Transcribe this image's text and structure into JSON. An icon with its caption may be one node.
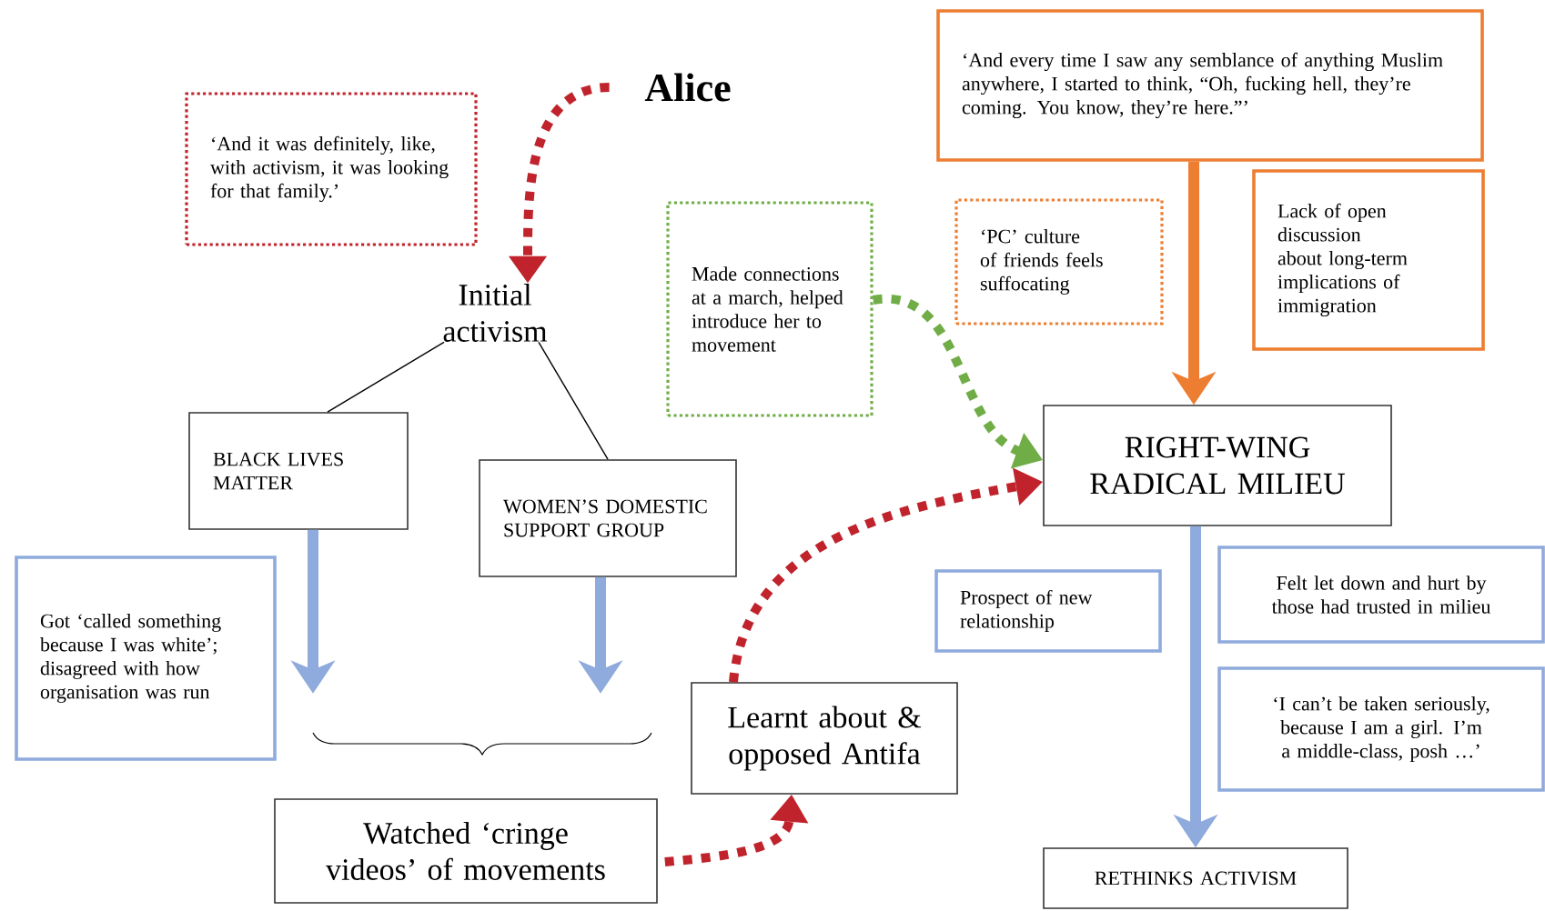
{
  "diagram": {
    "nodes": [
      {
        "text": [
          "Alice"
        ]
      },
      {
        "text": [
          "‘And it was definitely, like, with activism, it was looking for that family.’"
        ]
      },
      {
        "text": [
          "Initial activism"
        ]
      },
      {
        "text": [
          "BLACK LIVES MATTER"
        ]
      },
      {
        "text": [
          "WOMEN’S DOMESTIC SUPPORT GROUP"
        ]
      },
      {
        "text": [
          "Got ‘called something because I was white’; disagreed with how organisation was run"
        ]
      },
      {
        "text": [
          "Watched ‘cringe videos’ of movements"
        ]
      },
      {
        "text": [
          "Learnt about & opposed Antifa"
        ]
      },
      {
        "text": [
          "Made connections at a march, helped introduce her to movement"
        ]
      },
      {
        "text": [
          "‘And every time I saw any semblance of anything Muslim anywhere, I started to think, “Oh, fucking hell, they’re coming. You know, they’re here.”’"
        ]
      },
      {
        "text": [
          "‘PC’ culture of friends feels suffocating"
        ]
      },
      {
        "text": [
          "Lack of open discussion about long-term implications of immigration"
        ]
      },
      {
        "text": [
          "RIGHT-WING RADICAL MILIEU"
        ]
      },
      {
        "text": [
          "Prospect of new relationship"
        ]
      },
      {
        "text": [
          "Felt let down and  hurt by those had trusted in milieu"
        ]
      },
      {
        "text": [
          "‘I can’t be taken seriously, because  I am a girl. I’m a middle-class, posh …’"
        ]
      },
      {
        "text": [
          "RETHINKS ACTIVISM"
        ]
      }
    ],
    "edges": [
      {
        "from": 0,
        "to": 2,
        "arrow": "to",
        "style": "dashed",
        "color": "#c0232c"
      },
      {
        "from": 2,
        "to": 3,
        "arrow": "none",
        "color": "#000000"
      },
      {
        "from": 2,
        "to": 4,
        "arrow": "none",
        "color": "#000000"
      },
      {
        "from": 3,
        "to": null,
        "arrow": "to",
        "color": "#8faadc"
      },
      {
        "from": 4,
        "to": null,
        "arrow": "to",
        "color": "#8faadc"
      },
      {
        "from": 6,
        "to": 7,
        "arrow": "to",
        "style": "dashed",
        "color": "#c0232c"
      },
      {
        "from": 7,
        "to": 12,
        "arrow": "to",
        "style": "dashed",
        "color": "#c0232c"
      },
      {
        "from": 8,
        "to": 12,
        "arrow": "to",
        "style": "dashed",
        "color": "#70ad47"
      },
      {
        "from": 9,
        "to": 12,
        "arrow": "to",
        "color": "#ed7d31"
      },
      {
        "from": 12,
        "to": 16,
        "arrow": "to",
        "color": "#8faadc"
      }
    ]
  }
}
